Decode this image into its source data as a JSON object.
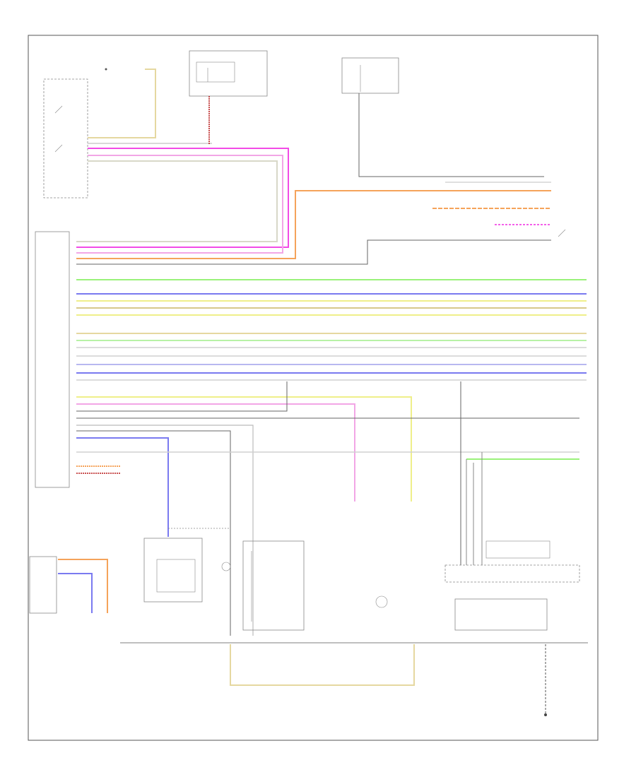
{
  "page": {
    "footer_code": "",
    "footer_label": ""
  },
  "colors": {
    "wire_pink": "#f24be6",
    "wire_orange": "#f5a35a",
    "wire_green": "#9af27a",
    "wire_blue": "#7a7af0",
    "wire_yellow": "#efef8a",
    "wire_grey": "#bdbdbd",
    "wire_dark": "#666666",
    "wire_red": "#c23b3b",
    "wire_tan": "#e5d8a0",
    "line": "#333333"
  },
  "components": {
    "light_switch": {
      "label": "",
      "sub": ""
    },
    "fuse_left": {
      "label": "",
      "sub": ""
    },
    "fuse_right": {
      "label": "",
      "sub": ""
    },
    "module": {
      "label": ""
    },
    "left_headlamp": {
      "label": ""
    },
    "emergency_flasher_left": {
      "label": ""
    },
    "front_side_marker": {
      "label": ""
    },
    "fog_lamp": {
      "label": ""
    },
    "high_low_switchover": {
      "label": ""
    },
    "daytime_running": {
      "label": ""
    },
    "headlamp_range": {
      "label": ""
    },
    "headlamp_module": {
      "label": ""
    },
    "left_combo_module": {
      "label": ""
    },
    "ground": {
      "label": ""
    },
    "turn_signal_switch": {
      "label": ""
    },
    "emergency_flasher_right": {
      "label": ""
    }
  },
  "bus_wires": [
    {
      "color": "wire_green"
    },
    {
      "color": "wire_blue"
    },
    {
      "color": "wire_yellow"
    },
    {
      "color": "wire_tan"
    },
    {
      "color": "wire_yellow"
    },
    {
      "color": "wire_tan"
    },
    {
      "color": "wire_green"
    },
    {
      "color": "wire_grey"
    },
    {
      "color": "wire_grey"
    },
    {
      "color": "wire_blue"
    },
    {
      "color": "wire_blue"
    }
  ]
}
